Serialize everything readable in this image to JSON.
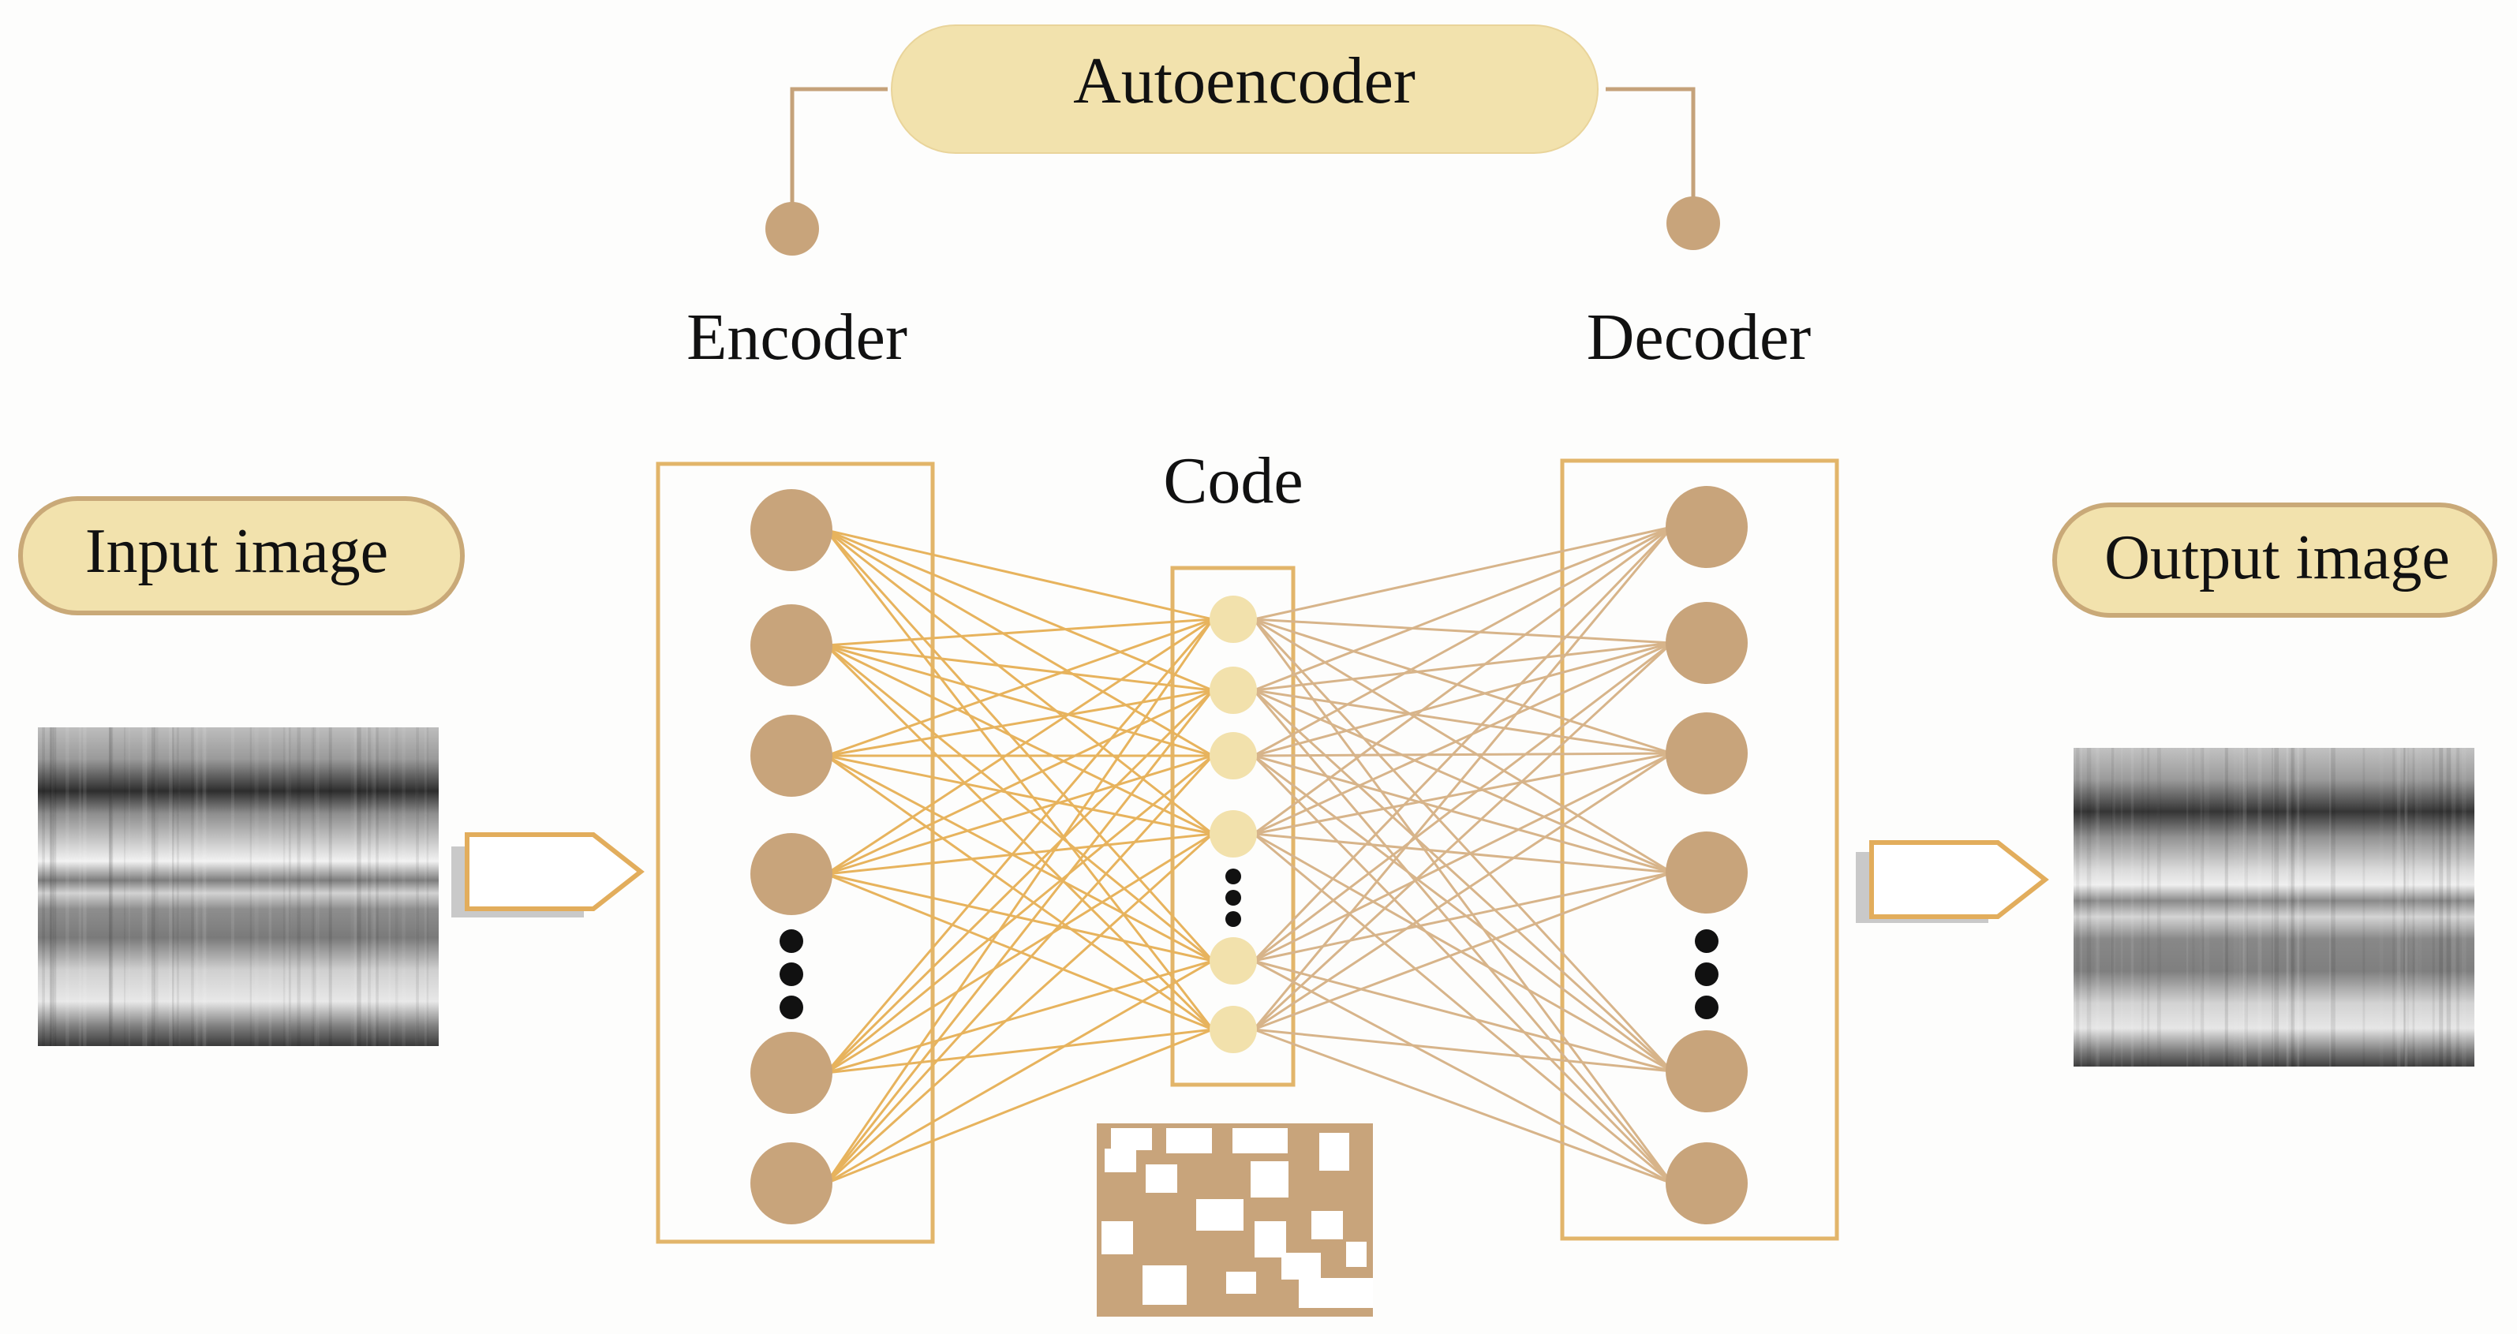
{
  "title": "Autoencoder",
  "labels": {
    "encoder": "Encoder",
    "decoder": "Decoder",
    "code": "Code",
    "input": "Input image",
    "output": "Output image"
  },
  "network": {
    "encoder_nodes_visible": 6,
    "code_nodes_visible": 6,
    "decoder_nodes_visible": 6,
    "ellipsis": "⋮"
  },
  "colors": {
    "pill_fill": "#f2e2ad",
    "pill_stroke": "#c9a978",
    "node_large": "#c8a47b",
    "node_small": "#f2e1ac",
    "box_stroke": "#e2b56a",
    "encoder_lines": "#e7b35d",
    "decoder_lines": "#d7b48a",
    "connector": "#c5a27a",
    "arrow_stroke": "#e2ad5c",
    "arrow_shadow": "#c9c9c9",
    "code_pattern": "#c8a47b"
  }
}
